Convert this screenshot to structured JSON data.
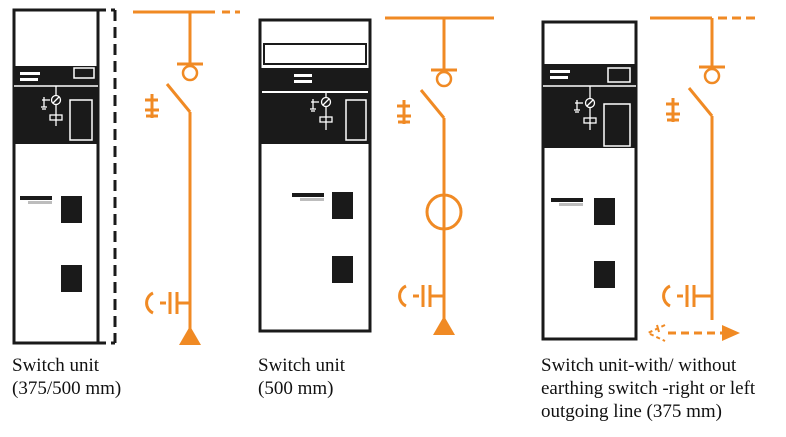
{
  "colors": {
    "accent": "#f08a24",
    "cabinet": "#1a1a1a",
    "background": "#ffffff"
  },
  "units": [
    {
      "id": "unit-1",
      "caption": [
        "Switch unit",
        "(375/500 mm)"
      ],
      "cabinet_outline": "dashed-right",
      "line_symbols": [
        "busbar",
        "disconnector",
        "earthing-switch",
        "capacitive-divider",
        "cable-terminal"
      ],
      "outgoing": "bottom"
    },
    {
      "id": "unit-2",
      "caption": [
        "Switch unit",
        "(500 mm)"
      ],
      "cabinet_outline": "solid",
      "line_symbols": [
        "busbar",
        "disconnector",
        "earthing-switch",
        "current-transformer",
        "capacitive-divider",
        "cable-terminal"
      ],
      "outgoing": "bottom"
    },
    {
      "id": "unit-3",
      "caption": [
        "Switch unit-with/ without",
        "earthing switch -right or left",
        "outgoing line (375 mm)"
      ],
      "cabinet_outline": "solid",
      "line_symbols": [
        "busbar",
        "disconnector",
        "earthing-switch",
        "capacitive-divider",
        "side-outgoing-line"
      ],
      "outgoing": "right-or-left"
    }
  ]
}
